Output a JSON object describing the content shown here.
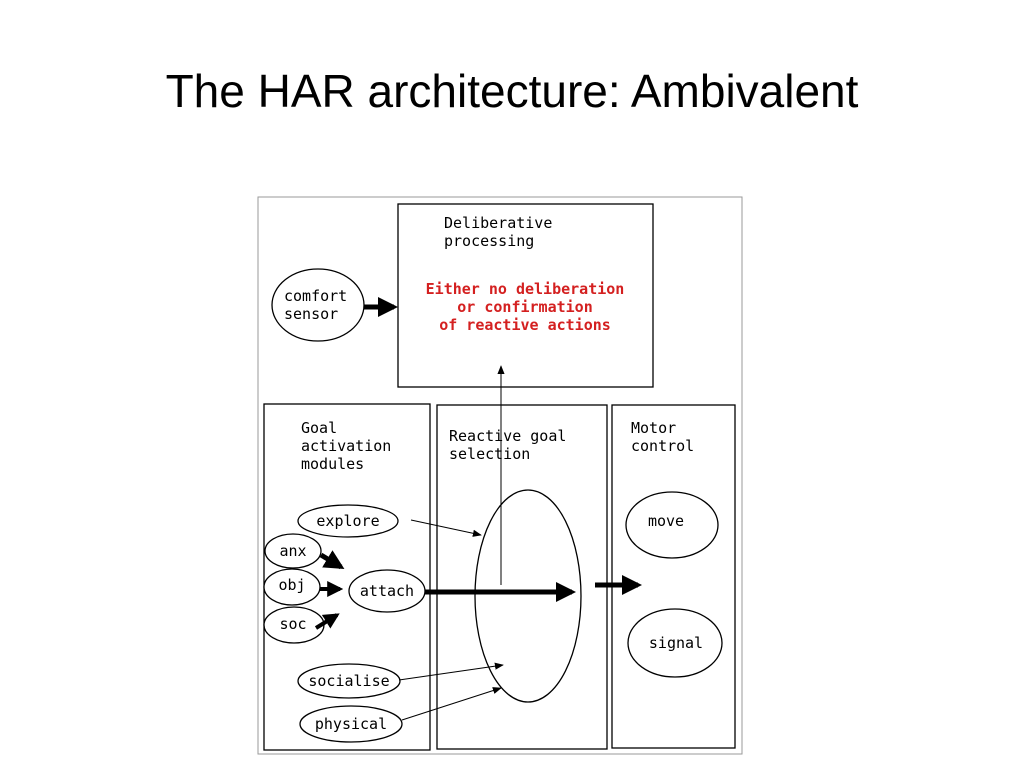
{
  "title": "The HAR architecture: Ambivalent",
  "colors": {
    "text": "#000000",
    "highlight_text": "#d42020",
    "background": "#ffffff"
  },
  "deliberative": {
    "heading": [
      "Deliberative",
      "processing"
    ],
    "note": [
      "Either no deliberation",
      "or confirmation",
      "of reactive actions"
    ]
  },
  "comfort_sensor": [
    "comfort",
    "sensor"
  ],
  "goal_activation": {
    "heading": [
      "Goal",
      "activation",
      "modules"
    ],
    "modules": {
      "explore": "explore",
      "anx": "anx",
      "obj": "obj",
      "attach": "attach",
      "soc": "soc",
      "socialise": "socialise",
      "physical": "physical"
    }
  },
  "reactive_selection": {
    "heading": [
      "Reactive goal",
      "selection"
    ]
  },
  "motor_control": {
    "heading": [
      "Motor",
      "control"
    ],
    "actions": {
      "move": "move",
      "signal": "signal"
    }
  }
}
